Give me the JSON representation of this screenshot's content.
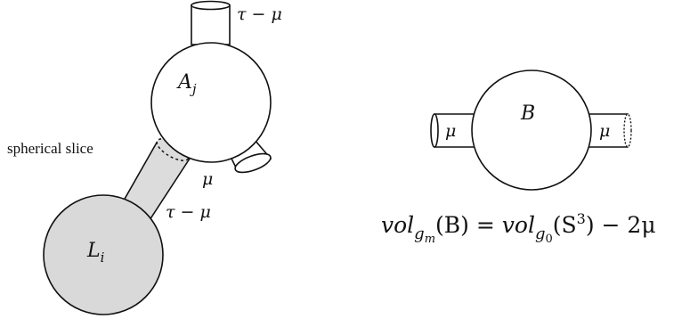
{
  "left_figure": {
    "top_tube_label": "τ − μ",
    "ball_top_label": "A",
    "ball_top_label_sub": "j",
    "annotation": "spherical slice",
    "side_tube_label": "μ",
    "connecting_tube_label": "τ − μ",
    "ball_bottom_label": "L",
    "ball_bottom_label_sub": "i"
  },
  "right_figure": {
    "ball_label": "B",
    "left_tube_label": "μ",
    "right_tube_label": "μ",
    "formula": {
      "vol1": "vol",
      "g_m": "g",
      "g_m_sub": "m",
      "arg_left": "(B) = ",
      "vol2": "vol",
      "g0": "g",
      "g0_sub": "0",
      "arg_right": "(S",
      "exp": "3",
      "tail": ") − 2μ"
    }
  },
  "colors": {
    "stroke": "#111111",
    "ball_fill_white": "#ffffff",
    "ball_fill_gray": "#d9d9d9",
    "tube_fill_gray": "#dcdcdc"
  }
}
